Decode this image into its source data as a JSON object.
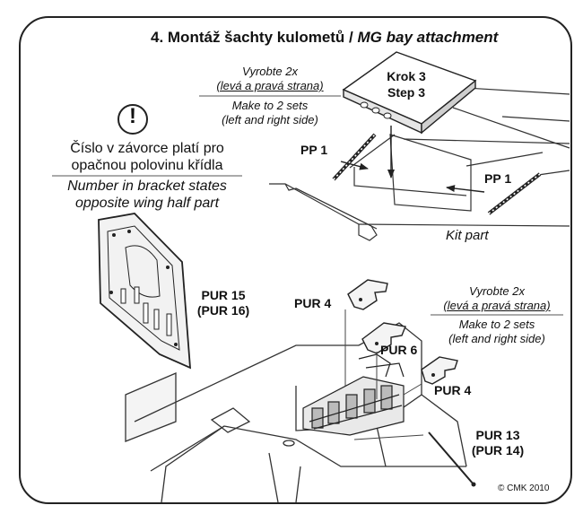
{
  "title": {
    "main": "4. Montáž šachty kulometů / ",
    "sub": "MG bay attachment"
  },
  "notes": {
    "top_cz_1": "Vyrobte 2x",
    "top_cz_2": "(levá a pravá strana)",
    "top_en_1": "Make to 2 sets",
    "top_en_2": "(left and right side)",
    "mid_cz_1": "Vyrobte 2x",
    "mid_cz_2": "(levá a pravá strana)",
    "mid_en_1": "Make to 2 sets",
    "mid_en_2": "(left and right side)"
  },
  "warning": {
    "symbol": "!",
    "cz_1": "Číslo v závorce platí pro",
    "cz_2": "opačnou polovinu křídla",
    "en_1": "Number in bracket states",
    "en_2": "opposite wing half part"
  },
  "steps": {
    "krok": "Krok 3",
    "step": "Step 3"
  },
  "labels": {
    "pp1_left": "PP 1",
    "pp1_right": "PP 1",
    "kit_part": "Kit part",
    "pur15": "PUR 15",
    "pur16": "(PUR 16)",
    "pur4_top": "PUR 4",
    "pur6": "PUR 6",
    "pur4_bottom": "PUR 4",
    "pur13": "PUR 13",
    "pur14": "(PUR 14)"
  },
  "copyright": "© CMK 2010"
}
